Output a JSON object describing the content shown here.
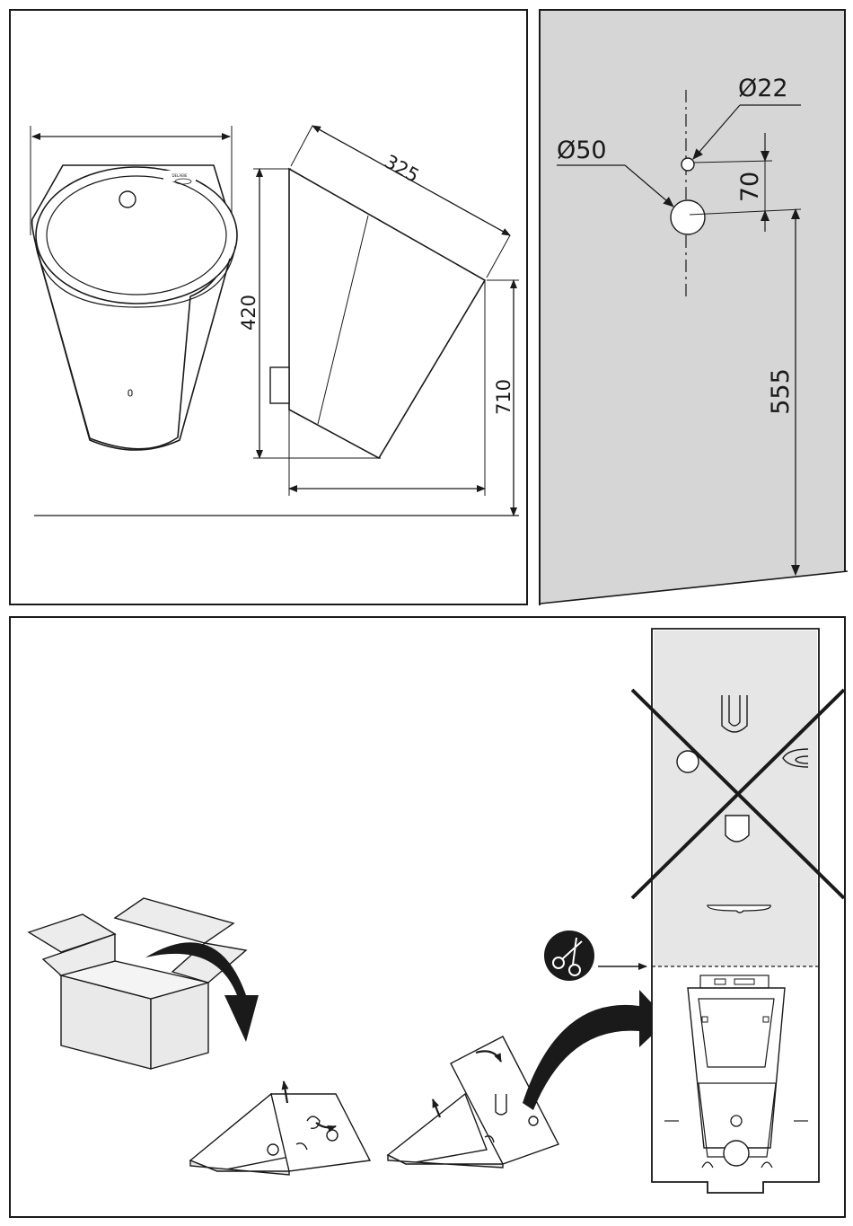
{
  "dimensions": {
    "depth": "325",
    "height_unit": "420",
    "height_top": "710",
    "outlet_diameter": "Ø50",
    "inlet_diameter": "Ø22",
    "inlet_offset": "70",
    "outlet_height": "555"
  },
  "logo": {
    "brand_text": "DELABIE"
  },
  "colors": {
    "wall_gray": "#d6d6d6",
    "line": "#1a1a1a",
    "template_gray": "#e6e6e6"
  }
}
